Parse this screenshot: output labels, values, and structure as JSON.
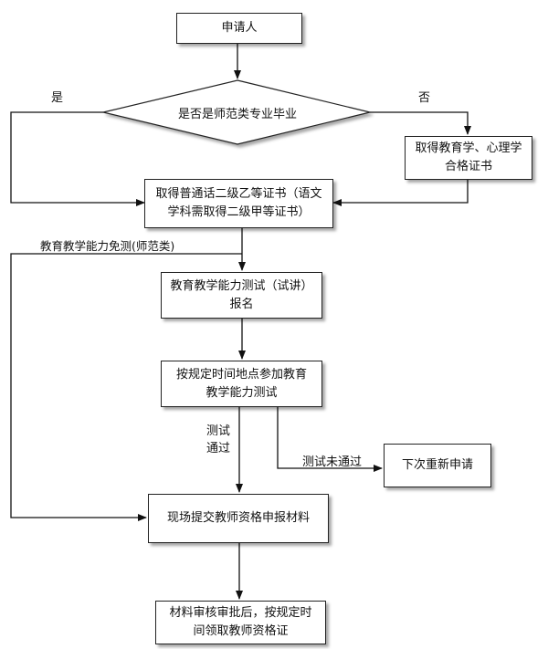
{
  "nodes": {
    "applicant": "申请人",
    "decision": "是否是师范类专业毕业",
    "edu_cert": "取得教育学、心理学合格证书",
    "mandarin": "取得普通话二级乙等证书（语文学科需取得二级甲等证书）",
    "register": "教育教学能力测试（试讲）报名",
    "attend_test": "按规定时间地点参加教育教学能力测试",
    "reapply": "下次重新申请",
    "submit": "现场提交教师资格申报材料",
    "collect": "材料审核审批后，按规定时间领取教师资格证"
  },
  "edge_labels": {
    "yes": "是",
    "no": "否",
    "exempt": "教育教学能力免测(师范类)",
    "pass_1": "测试",
    "pass_2": "通过",
    "fail": "测试未通过"
  }
}
